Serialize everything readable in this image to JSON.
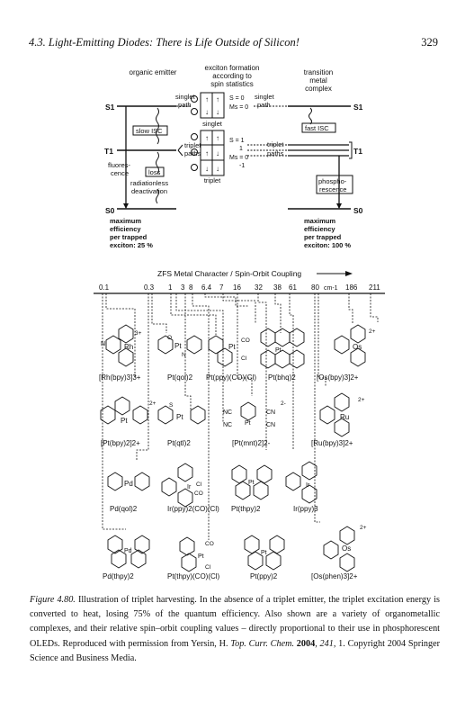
{
  "header": {
    "section_title": "4.3. Light-Emitting Diodes: There is Life Outside of Silicon!",
    "page_number": "329"
  },
  "top_diagram": {
    "organic_emitter": "organic emitter",
    "exciton_title": [
      "exciton formation",
      "according to",
      "spin statistics"
    ],
    "transition_metal": [
      "transition",
      "metal",
      "complex"
    ],
    "s1_left": "S1",
    "s1_right": "S1",
    "t1_left": "T1",
    "t1_right": "T1",
    "s0_left": "S0",
    "s0_right": "S0",
    "singlet_path_left": [
      "singlet",
      "path"
    ],
    "singlet_path_right": [
      "singlet",
      "path"
    ],
    "triplet_paths_left": [
      "triplet",
      "paths"
    ],
    "triplet_paths_right": [
      "triplet",
      "paths"
    ],
    "s_eq_0": "S = 0",
    "ms_eq_0": "Ms = 0",
    "singlet_label": "singlet",
    "s_eq_1": "S = 1",
    "ms_values": [
      "Ms = 0",
      "-1"
    ],
    "ms_plus": "1",
    "triplet_label": "triplet",
    "slow_isc": "slow ISC",
    "fast_isc": "fast ISC",
    "fluorescence": [
      "fluores-",
      "cence"
    ],
    "loss": "loss",
    "radiationless": [
      "radiationless",
      "deactivation"
    ],
    "phosphorescence": [
      "phospho-",
      "rescence"
    ],
    "left_efficiency": [
      "maximum",
      "efficiency",
      "per trapped",
      "exciton: 25 %"
    ],
    "right_efficiency": [
      "maximum",
      "efficiency",
      "per trapped",
      "exciton: 100 %"
    ]
  },
  "zfs_scale": {
    "title": "ZFS  Metal Character / Spin-Orbit Coupling",
    "ticks": [
      "0.1",
      "0.3",
      "1",
      "3",
      "8",
      "6.4",
      "7",
      "16",
      "32",
      "38",
      "61",
      "80",
      "cm-1",
      "186",
      "211"
    ]
  },
  "complexes": {
    "row1": [
      "[Rh(bpy)3]3+",
      "Pt(qol)2",
      "Pt(ppy)(CO)(Cl)",
      "Pt(bhq)2",
      "[Os(bpy)3]2+"
    ],
    "row2": [
      "[Pt(bpy)2]2+",
      "Pt(qtl)2",
      "[Pt(mnt)2]2-",
      "[Ru(bpy)3]2+"
    ],
    "row3": [
      "Pd(qol)2",
      "Ir(ppy)2(CO)(Cl)",
      "Pt(thpy)2",
      "Ir(ppy)3"
    ],
    "row4": [
      "Pd(thpy)2",
      "Pt(thpy)(CO)(Cl)",
      "Pt(ppy)2",
      "[Os(phen)3]2+"
    ]
  },
  "caption": {
    "label": "Figure 4.80.",
    "text_1": " Illustration of triplet harvesting. In the absence of a triplet emitter, the triplet excitation energy is converted to heat, losing 75% of the quantum efficiency. Also shown are a variety of organometallic complexes, and their relative spin–orbit coupling values – directly proportional to their use in phosphorescent OLEDs. Reproduced with permission from Yersin, H. ",
    "journal": "Top. Curr. Chem.",
    "year": " 2004",
    "volume": ", 241",
    "text_2": ", 1. Copyright 2004 Springer Science and Business Media."
  }
}
